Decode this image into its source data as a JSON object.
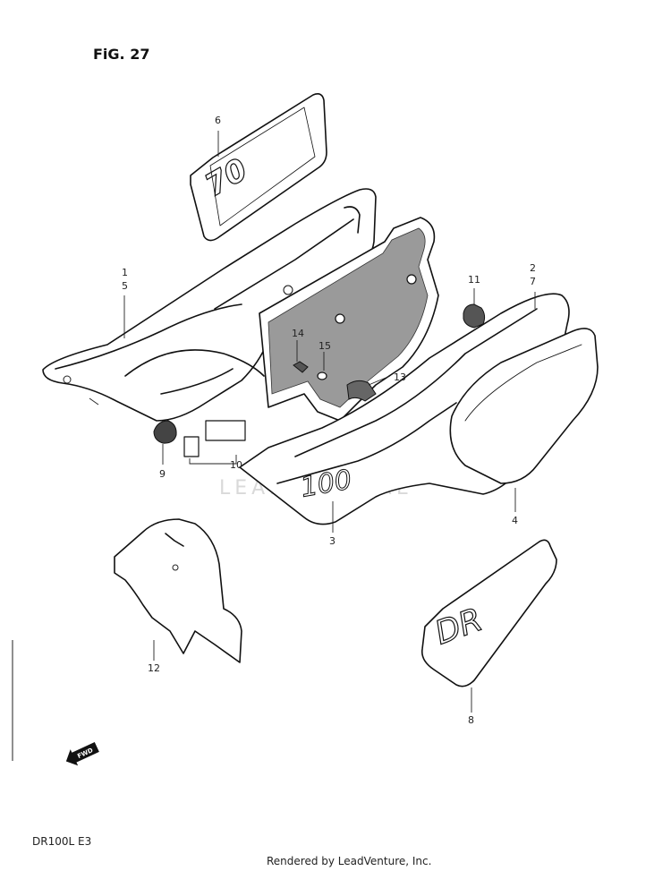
{
  "figure_title": "FiG. 27",
  "model_code": "DR100L  E3",
  "credit": "Rendered by LeadVenture, Inc.",
  "watermark": "LEADVENTURE",
  "decal_texts": {
    "emblem_6": "70",
    "side_cover_3": "100",
    "emblem_8": "DR"
  },
  "fwd_arrow_label": "FWD",
  "callouts": {
    "c1": "1",
    "c5": "5",
    "c6": "6",
    "c2": "2",
    "c7": "7",
    "c11": "11",
    "c14": "14",
    "c15": "15",
    "c13": "13",
    "c9": "9",
    "c10": "10",
    "c3": "3",
    "c4": "4",
    "c12": "12",
    "c8": "8"
  }
}
